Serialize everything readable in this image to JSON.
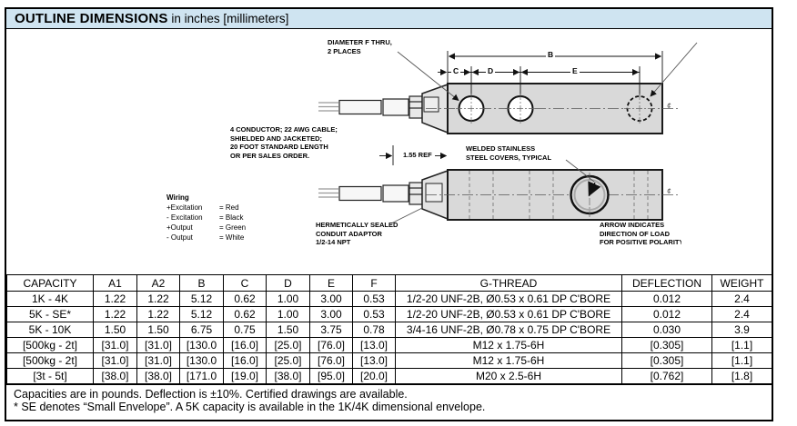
{
  "header": {
    "title": "OUTLINE DIMENSIONS",
    "subtitle": " in inches [millimeters]"
  },
  "diagram": {
    "labels": {
      "diameter_f_thru": [
        "DIAMETER F THRU,",
        "2 PLACES"
      ],
      "dim_b": "B",
      "dim_c": "C",
      "dim_d": "D",
      "dim_e": "E",
      "cable_note": [
        "4 CONDUCTOR; 22 AWG CABLE;",
        "SHIELDED AND JACKETED;",
        "20 FOOT STANDARD LENGTH",
        "OR PER SALES ORDER."
      ],
      "ref_dim": "1.55 REF",
      "welded_covers": [
        "WELDED STAINLESS",
        "STEEL COVERS, TYPICAL"
      ],
      "hermetic": [
        "HERMETICALLY SEALED",
        "CONDUIT ADAPTOR",
        "1/2-14 NPT"
      ],
      "load_arrow_note": [
        "ARROW INDICATES",
        "DIRECTION OF LOAD",
        "FOR POSITIVE POLARITY"
      ],
      "centerline_symbol": "¢"
    },
    "wiring": {
      "title": "Wiring",
      "rows": [
        {
          "name": "+Excitation",
          "value": "= Red"
        },
        {
          "name": "- Excitation",
          "value": "= Black"
        },
        {
          "name": "+Output",
          "value": "= Green"
        },
        {
          "name": "- Output",
          "value": "= White"
        }
      ]
    }
  },
  "table": {
    "headers": [
      "CAPACITY",
      "A1",
      "A2",
      "B",
      "C",
      "D",
      "E",
      "F",
      "G-THREAD",
      "DEFLECTION",
      "WEIGHT"
    ],
    "rows": [
      [
        "1K - 4K",
        "1.22",
        "1.22",
        "5.12",
        "0.62",
        "1.00",
        "3.00",
        "0.53",
        "1/2-20 UNF-2B, Ø0.53 x 0.61 DP C'BORE",
        "0.012",
        "2.4"
      ],
      [
        "5K - SE*",
        "1.22",
        "1.22",
        "5.12",
        "0.62",
        "1.00",
        "3.00",
        "0.53",
        "1/2-20 UNF-2B, Ø0.53 x 0.61 DP C'BORE",
        "0.012",
        "2.4"
      ],
      [
        "5K - 10K",
        "1.50",
        "1.50",
        "6.75",
        "0.75",
        "1.50",
        "3.75",
        "0.78",
        "3/4-16 UNF-2B, Ø0.78 x 0.75 DP C'BORE",
        "0.030",
        "3.9"
      ],
      [
        "[500kg - 2t]",
        "[31.0]",
        "[31.0]",
        "[130.0",
        "[16.0]",
        "[25.0]",
        "[76.0]",
        "[13.0]",
        "M12 x 1.75-6H",
        "[0.305]",
        "[1.1]"
      ],
      [
        "[500kg - 2t]",
        "[31.0]",
        "[31.0]",
        "[130.0",
        "[16.0]",
        "[25.0]",
        "[76.0]",
        "[13.0]",
        "M12 x 1.75-6H",
        "[0.305]",
        "[1.1]"
      ],
      [
        "[3t - 5t]",
        "[38.0]",
        "[38.0]",
        "[171.0",
        "[19.0]",
        "[38.0]",
        "[95.0]",
        "[20.0]",
        "M20 x 2.5-6H",
        "[0.762]",
        "[1.8]"
      ]
    ],
    "notes": [
      "Capacities are in pounds. Deflection is ±10%. Certified drawings are available.",
      "* SE denotes “Small Envelope”. A 5K capacity is available in the 1K/4K dimensional envelope."
    ]
  }
}
